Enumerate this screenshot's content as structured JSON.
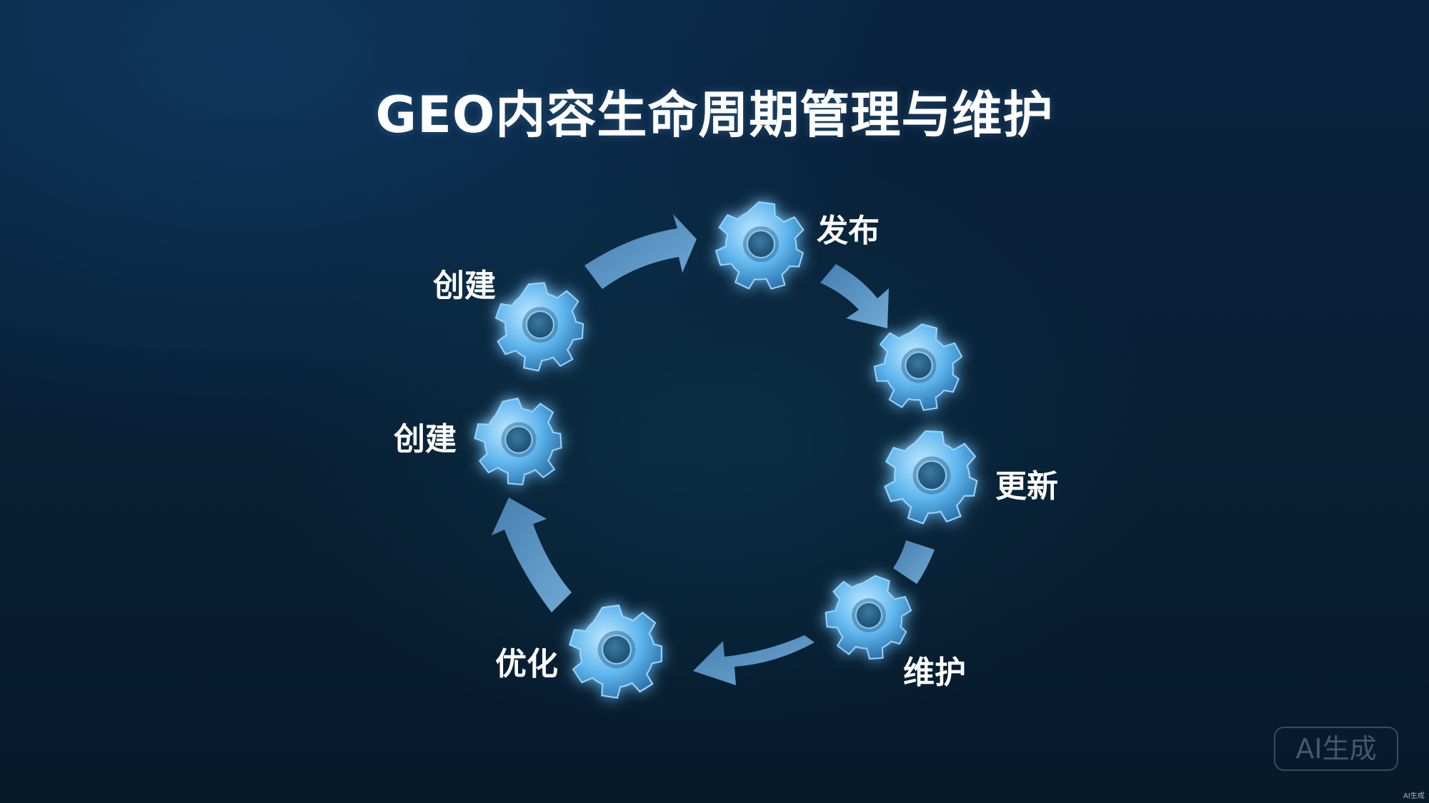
{
  "title": "GEO内容生命周期管理与维护",
  "colors": {
    "gear_light": "#bfe8ff",
    "gear_mid": "#5fb6ee",
    "gear_dark": "#2a6fa8",
    "hub": "#2c5f82",
    "arrow": "#5d9ed2"
  },
  "nodes": [
    {
      "id": "create-top",
      "label": "创建"
    },
    {
      "id": "publish",
      "label": "发布"
    },
    {
      "id": "gear-right",
      "label": ""
    },
    {
      "id": "update",
      "label": "更新"
    },
    {
      "id": "maintain",
      "label": "维护"
    },
    {
      "id": "optimize",
      "label": "优化"
    },
    {
      "id": "create-left",
      "label": "创建"
    }
  ],
  "watermark": "AI生成",
  "watermark_small": "AI生成"
}
